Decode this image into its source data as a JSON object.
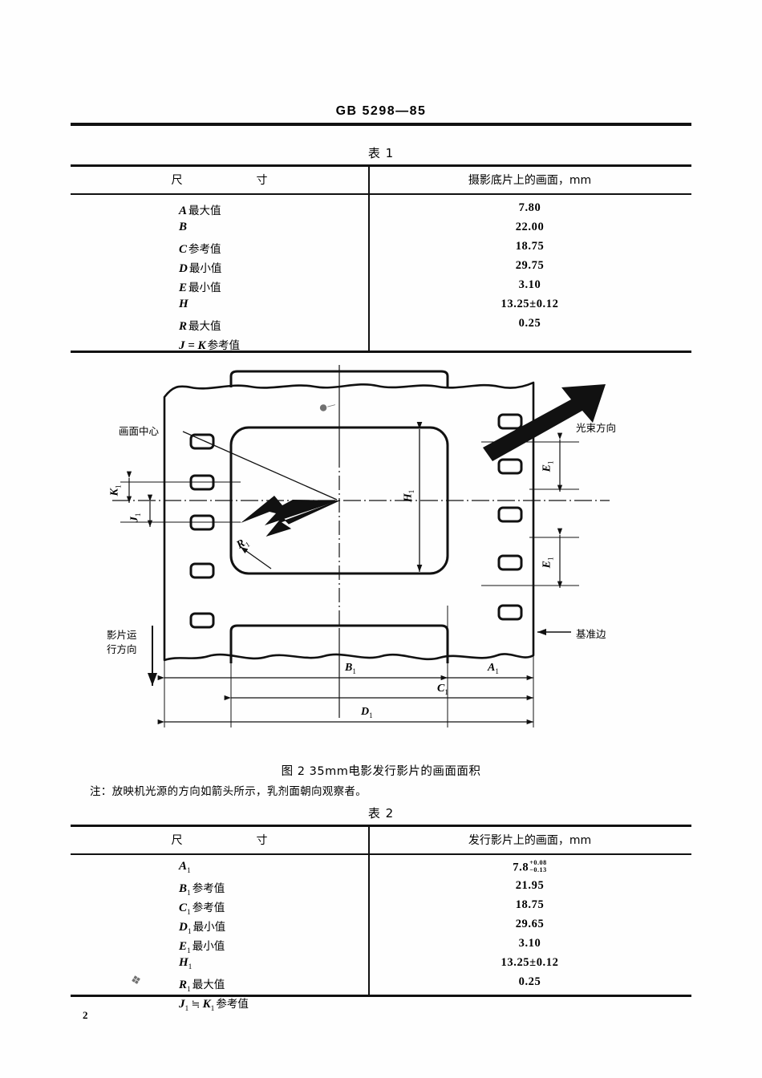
{
  "document": {
    "standard_code": "GB 5298—85",
    "page_number": "2"
  },
  "table1": {
    "caption": "表 1",
    "header_left_a": "尺",
    "header_left_b": "寸",
    "header_right": "摄影底片上的画面，mm",
    "rows": [
      {
        "symbol": "A",
        "sub": "",
        "qualifier": "最大值",
        "value": "7.80"
      },
      {
        "symbol": "B",
        "sub": "",
        "qualifier": "",
        "value": "22.00"
      },
      {
        "symbol": "C",
        "sub": "",
        "qualifier": "参考值",
        "value": "18.75"
      },
      {
        "symbol": "D",
        "sub": "",
        "qualifier": "最小值",
        "value": "29.75"
      },
      {
        "symbol": "E",
        "sub": "",
        "qualifier": "最小值",
        "value": "3.10"
      },
      {
        "symbol": "H",
        "sub": "",
        "qualifier": "",
        "value": "13.25±0.12"
      },
      {
        "symbol": "R",
        "sub": "",
        "qualifier": "最大值",
        "value": "0.25"
      },
      {
        "symbol": "J = K",
        "sub": "",
        "qualifier": "参考值",
        "value": ""
      }
    ]
  },
  "figure": {
    "caption": "图 2    35mm电影发行影片的画面面积",
    "note": "注：放映机光源的方向如箭头所示，乳剂面朝向观察者。",
    "labels": {
      "frame_center": "画面中心",
      "beam_direction": "光束方向",
      "reference_edge": "基准边",
      "film_travel_line1": "影片运",
      "film_travel_line2": "行方向"
    },
    "dimensions": {
      "K1": "K",
      "K1_sub": "1",
      "J1": "J",
      "J1_sub": "1",
      "R1": "R",
      "R1_sub": "1",
      "H1": "H",
      "H1_sub": "1",
      "E1": "E",
      "E1_sub": "1",
      "A1": "A",
      "A1_sub": "1",
      "B1": "B",
      "B1_sub": "1",
      "C1": "C",
      "C1_sub": "1",
      "D1": "D",
      "D1_sub": "1"
    }
  },
  "table2": {
    "caption": "表 2",
    "header_left_a": "尺",
    "header_left_b": "寸",
    "header_right": "发行影片上的画面，mm",
    "rows": [
      {
        "symbol": "A",
        "sub": "1",
        "qualifier": "",
        "value": "7.8",
        "tol_upper": "+0.08",
        "tol_lower": "−0.13"
      },
      {
        "symbol": "B",
        "sub": "1",
        "qualifier": "参考值",
        "value": "21.95"
      },
      {
        "symbol": "C",
        "sub": "1",
        "qualifier": "参考值",
        "value": "18.75"
      },
      {
        "symbol": "D",
        "sub": "1",
        "qualifier": "最小值",
        "value": "29.65"
      },
      {
        "symbol": "E",
        "sub": "1",
        "qualifier": "最小值",
        "value": "3.10"
      },
      {
        "symbol": "H",
        "sub": "1",
        "qualifier": "",
        "value": "13.25±0.12"
      },
      {
        "symbol": "R",
        "sub": "1",
        "qualifier": "最大值",
        "value": "0.25"
      },
      {
        "symbol": "J",
        "sub": "1",
        "qualifier": "参考值",
        "value": "",
        "symbol2": "K",
        "sub2": "1",
        "joiner": "≒"
      }
    ]
  },
  "colors": {
    "ink": "#111111",
    "paper": "#fefefe"
  }
}
